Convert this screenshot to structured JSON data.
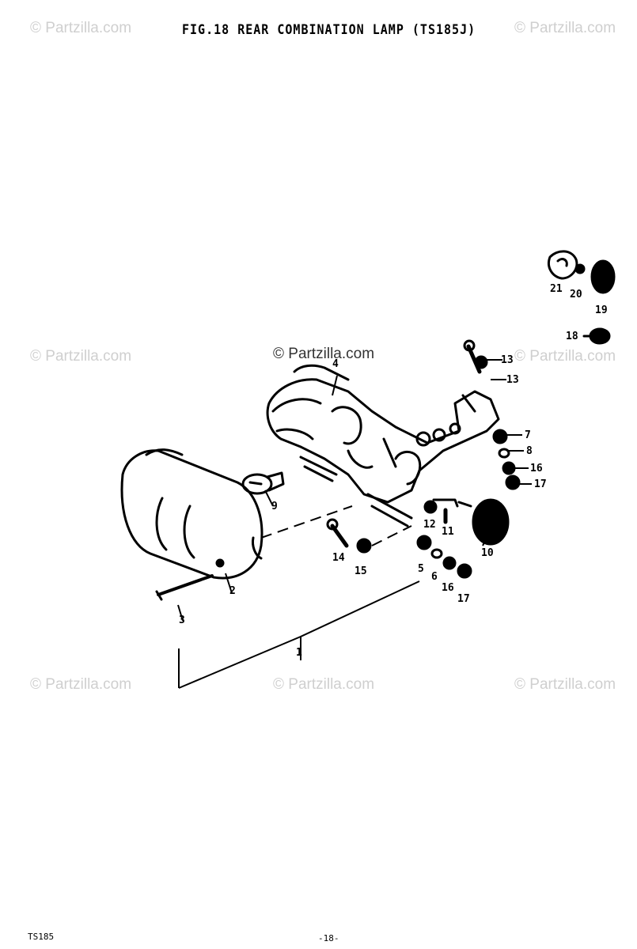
{
  "header": {
    "title": "FIG.18  REAR COMBINATION LAMP (TS185J)"
  },
  "watermarks": {
    "top_left": "© Partzilla.com",
    "top_right": "© Partzilla.com",
    "center_dark": "© Partzilla.com",
    "mid_left": "© Partzilla.com",
    "mid_right": "© Partzilla.com",
    "bottom_left": "© Partzilla.com",
    "bottom_center": "© Partzilla.com",
    "bottom_right": "© Partzilla.com"
  },
  "callouts": {
    "p1": "1",
    "p2": "2",
    "p3": "3",
    "p4": "4",
    "p5": "5",
    "p6": "6",
    "p7": "7",
    "p8": "8",
    "p9": "9",
    "p10": "10",
    "p11": "11",
    "p12": "12",
    "p13a": "13",
    "p13b": "13",
    "p14": "14",
    "p15a": "15",
    "p16a": "16",
    "p16b": "16",
    "p17a": "17",
    "p17b": "17",
    "p18": "18",
    "p19": "19",
    "p20": "20",
    "p21": "21"
  },
  "footer": {
    "model": "TS185",
    "page": "-18-"
  }
}
